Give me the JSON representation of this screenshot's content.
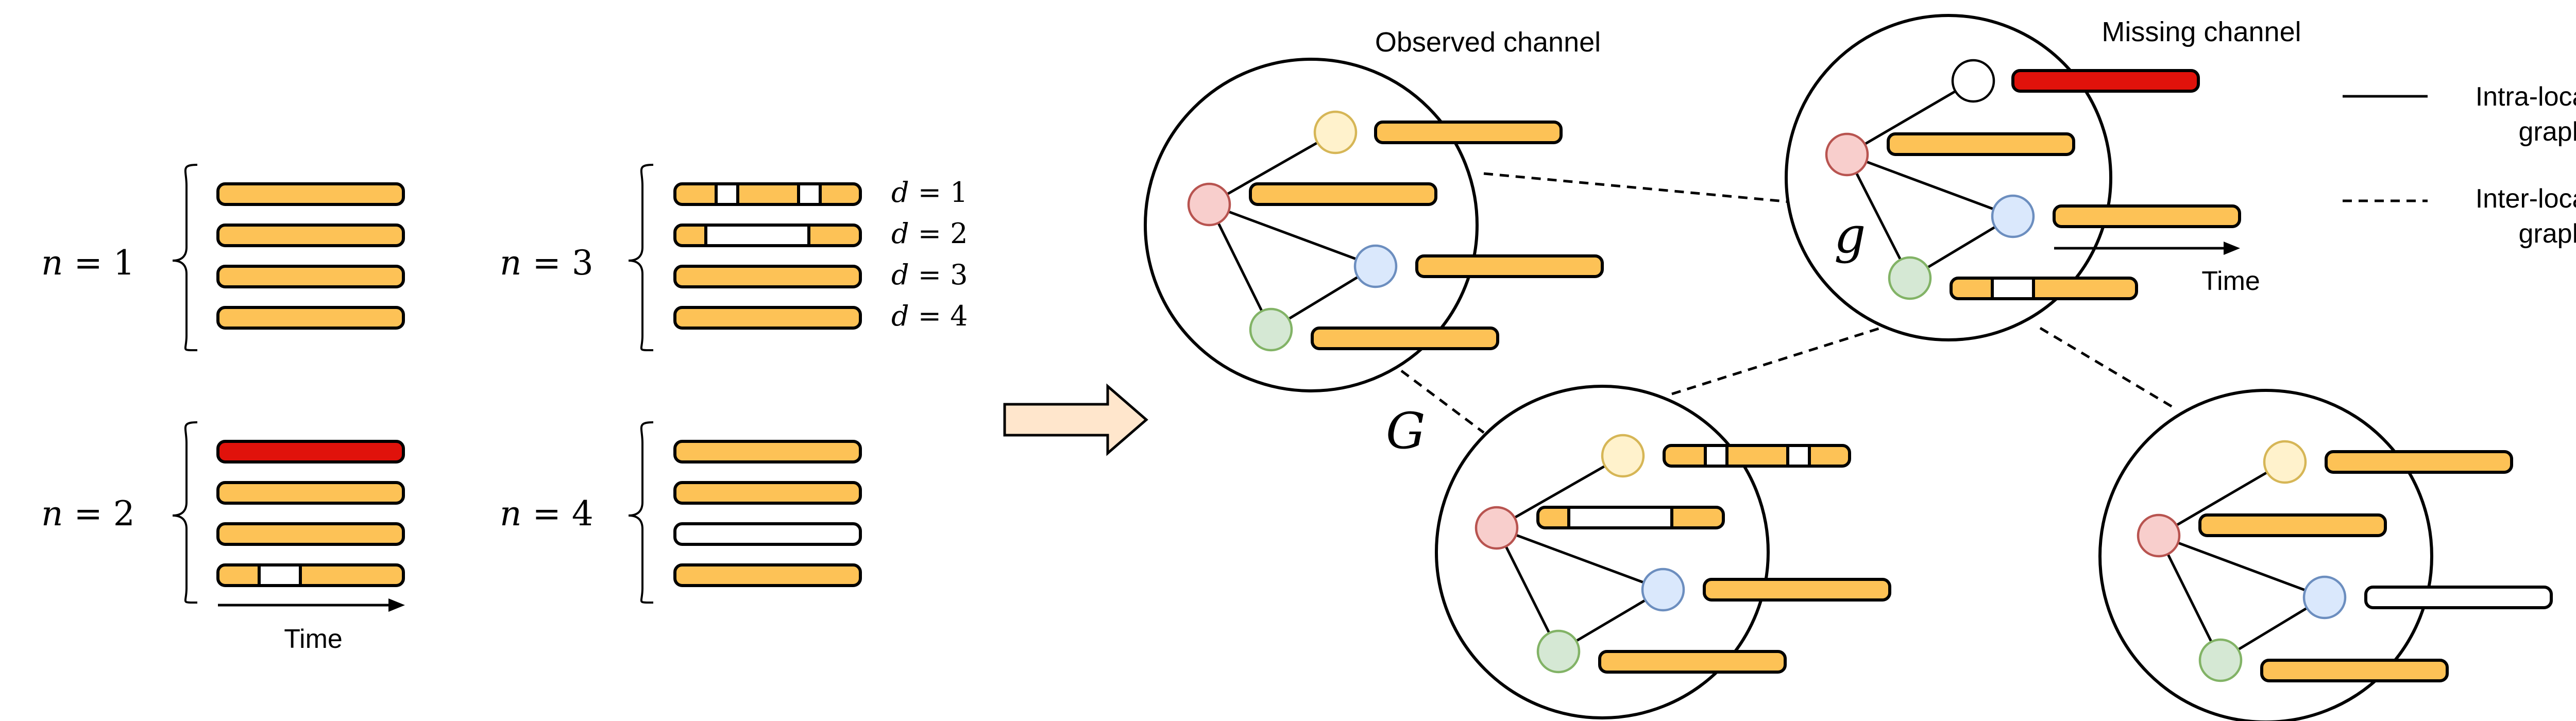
{
  "colors": {
    "observed": "#FDC256",
    "missing_red": "#E0120B",
    "empty": "#FFFFFF",
    "node_red_fill": "#F8CECC",
    "node_red_stroke": "#B85450",
    "node_yellow_fill": "#FFF2CC",
    "node_yellow_stroke": "#D6B656",
    "node_blue_fill": "#DAE8FC",
    "node_blue_stroke": "#6C8EBF",
    "node_green_fill": "#D5E8D4",
    "node_green_stroke": "#82B366",
    "node_white_fill": "#FFFFFF",
    "node_white_stroke": "#000000",
    "arrow_fill": "#FFE6CC"
  },
  "left_panel": {
    "groups": [
      {
        "id": "n1",
        "label": "n = 1",
        "var": "n",
        "value": "1"
      },
      {
        "id": "n2",
        "label": "n = 2",
        "var": "n",
        "value": "2",
        "time_label": "Time"
      },
      {
        "id": "n3",
        "label": "n = 3",
        "var": "n",
        "value": "3",
        "d_labels": [
          {
            "var": "d",
            "value": "1"
          },
          {
            "var": "d",
            "value": "2"
          },
          {
            "var": "d",
            "value": "3"
          },
          {
            "var": "d",
            "value": "4"
          }
        ]
      },
      {
        "id": "n4",
        "label": "n = 4",
        "var": "n",
        "value": "4"
      }
    ]
  },
  "right_panel": {
    "observed_channel_label": "Observed channel",
    "missing_channel_label": "Missing channel",
    "G_label": "G",
    "g_label": "g",
    "time_label": "Time"
  },
  "legend": {
    "intra": {
      "line1": "Intra-location",
      "line2": "graph",
      "style": "solid"
    },
    "inter": {
      "line1": "Inter-location",
      "line2": "graph",
      "style": "dashed"
    }
  }
}
